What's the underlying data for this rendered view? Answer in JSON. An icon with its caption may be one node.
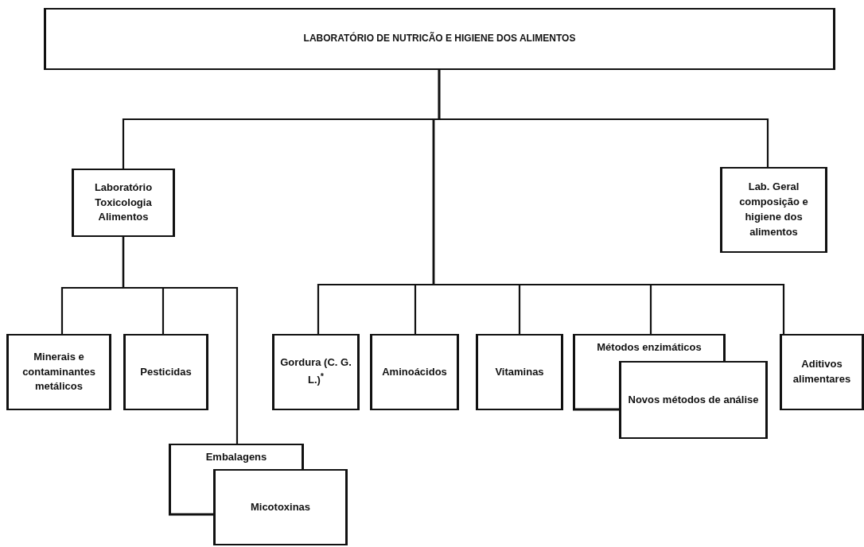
{
  "diagram": {
    "nodes": [
      {
        "text": [
          "LABORATÓRIO DE NUTRICÃO E HIGIENE DOS ALIMENTOS"
        ]
      },
      {
        "text": [
          "Laboratório Toxicologia Alimentos"
        ]
      },
      {
        "text": [
          "Lab. Geral composição e higiene dos alimentos"
        ]
      },
      {
        "text": [
          "Minerais e contaminantes metálicos"
        ]
      },
      {
        "text": [
          "Pesticidas"
        ]
      },
      {
        "text": [
          "Embalagens"
        ]
      },
      {
        "text": [
          "Micotoxinas"
        ]
      },
      {
        "text": [
          "Gordura (C. G. L.)$^{*}$"
        ]
      },
      {
        "text": [
          "Aminoácidos"
        ]
      },
      {
        "text": [
          "Vitaminas"
        ]
      },
      {
        "text": [
          "Métodos enzimáticos"
        ]
      },
      {
        "text": [
          "Novos métodos de análise"
        ]
      },
      {
        "text": [
          "Aditivos alimentares"
        ]
      }
    ],
    "edges": [
      {
        "from": 0,
        "to": 1,
        "arrow": "none"
      },
      {
        "from": 0,
        "to": 2,
        "arrow": "none"
      },
      {
        "from": 0,
        "to": 7,
        "arrow": "none"
      },
      {
        "from": 0,
        "to": 8,
        "arrow": "none"
      },
      {
        "from": 0,
        "to": 9,
        "arrow": "none"
      },
      {
        "from": 0,
        "to": 10,
        "arrow": "none"
      },
      {
        "from": 0,
        "to": 12,
        "arrow": "none"
      },
      {
        "from": 1,
        "to": 3,
        "arrow": "none"
      },
      {
        "from": 1,
        "to": 4,
        "arrow": "none"
      },
      {
        "from": 1,
        "to": 5,
        "arrow": "none"
      }
    ]
  }
}
